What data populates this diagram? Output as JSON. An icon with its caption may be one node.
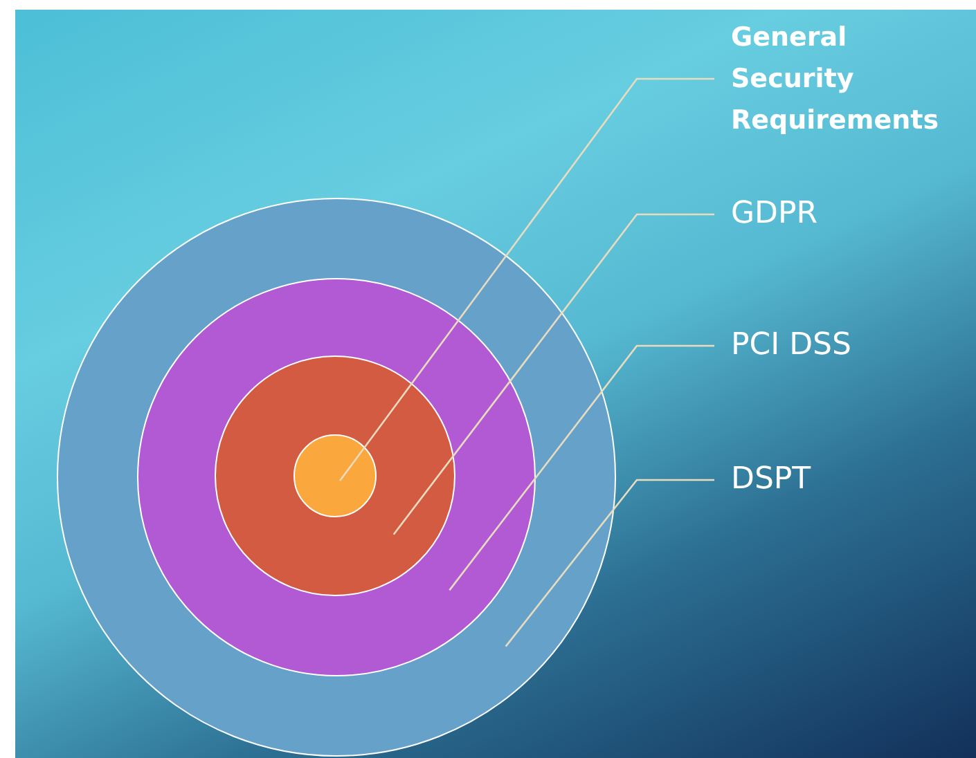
{
  "diagram": {
    "nodes": [
      {
        "text": [
          "General Security Requirements"
        ]
      },
      {
        "text": [
          "GDPR"
        ]
      },
      {
        "text": [
          "PCI DSS"
        ]
      },
      {
        "text": [
          "DSPT"
        ]
      },
      {
        "text": [],
        "shape": "circle"
      },
      {
        "text": [],
        "shape": "circle",
        "in": 4
      },
      {
        "text": [],
        "shape": "circle",
        "in": 5
      },
      {
        "text": [],
        "shape": "circle",
        "in": 6
      }
    ],
    "edges": [
      {
        "from": 0,
        "to": 7,
        "arrow": "none"
      },
      {
        "from": 1,
        "to": 6,
        "arrow": "none"
      },
      {
        "from": 2,
        "to": 5,
        "arrow": "none"
      },
      {
        "from": 3,
        "to": 4,
        "arrow": "none"
      }
    ]
  }
}
